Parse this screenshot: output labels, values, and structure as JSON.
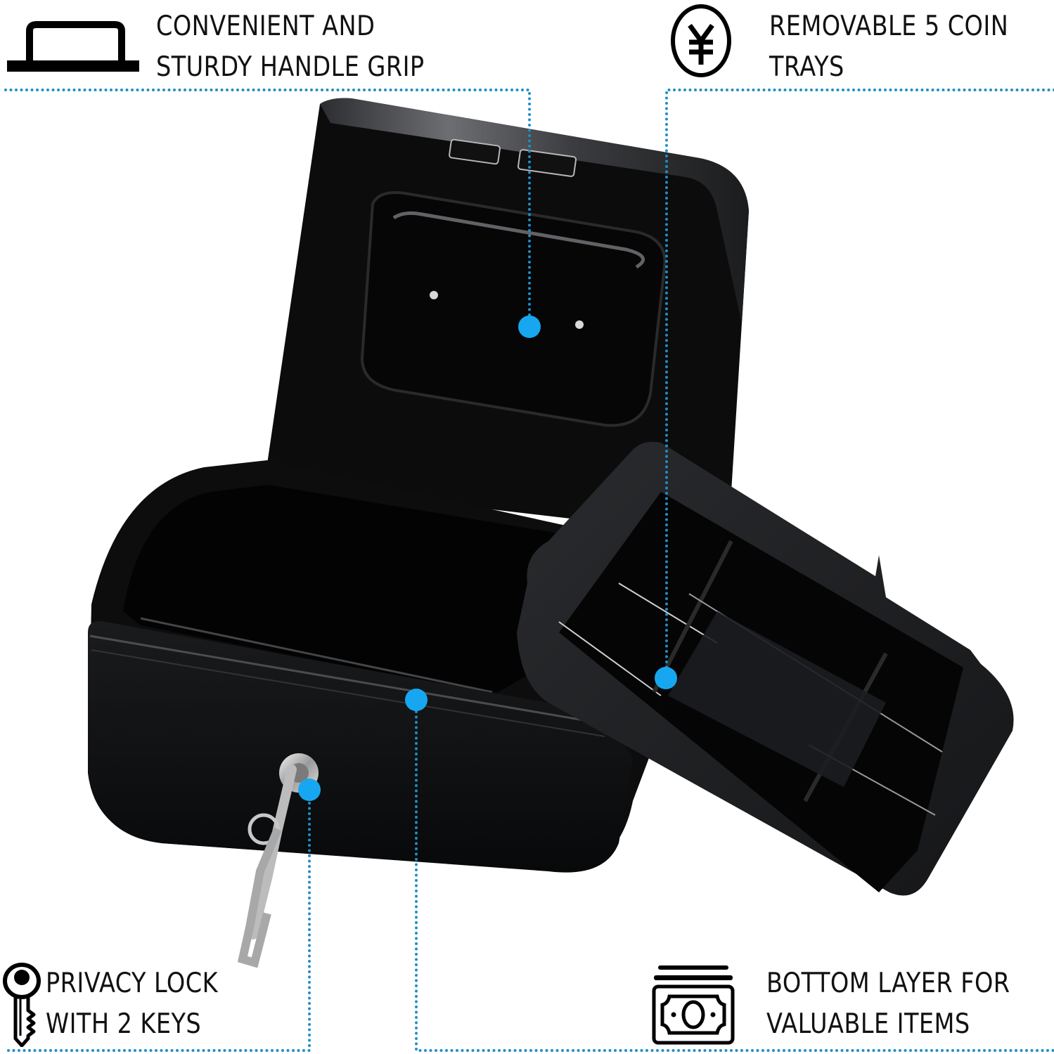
{
  "features": [
    {
      "id": "handle",
      "icon": "handle-icon",
      "lines": [
        "CONVENIENT AND",
        "STURDY HANDLE GRIP"
      ]
    },
    {
      "id": "coin-trays",
      "icon": "yen-coin-icon",
      "icon_glyph": "¥",
      "lines": [
        "REMOVABLE 5 COIN",
        "TRAYS"
      ]
    },
    {
      "id": "lock",
      "icon": "key-icon",
      "lines": [
        "PRIVACY LOCK",
        "WITH 2 KEYS"
      ]
    },
    {
      "id": "bottom-layer",
      "icon": "banknote-stack-icon",
      "lines": [
        "BOTTOM LAYER FOR",
        "VALUABLE ITEMS"
      ]
    }
  ],
  "colors": {
    "callout_dot": "#17a7f0",
    "dotted_line": "#1f8fc4",
    "product_body": "#0b0b0c",
    "text": "#111111"
  }
}
